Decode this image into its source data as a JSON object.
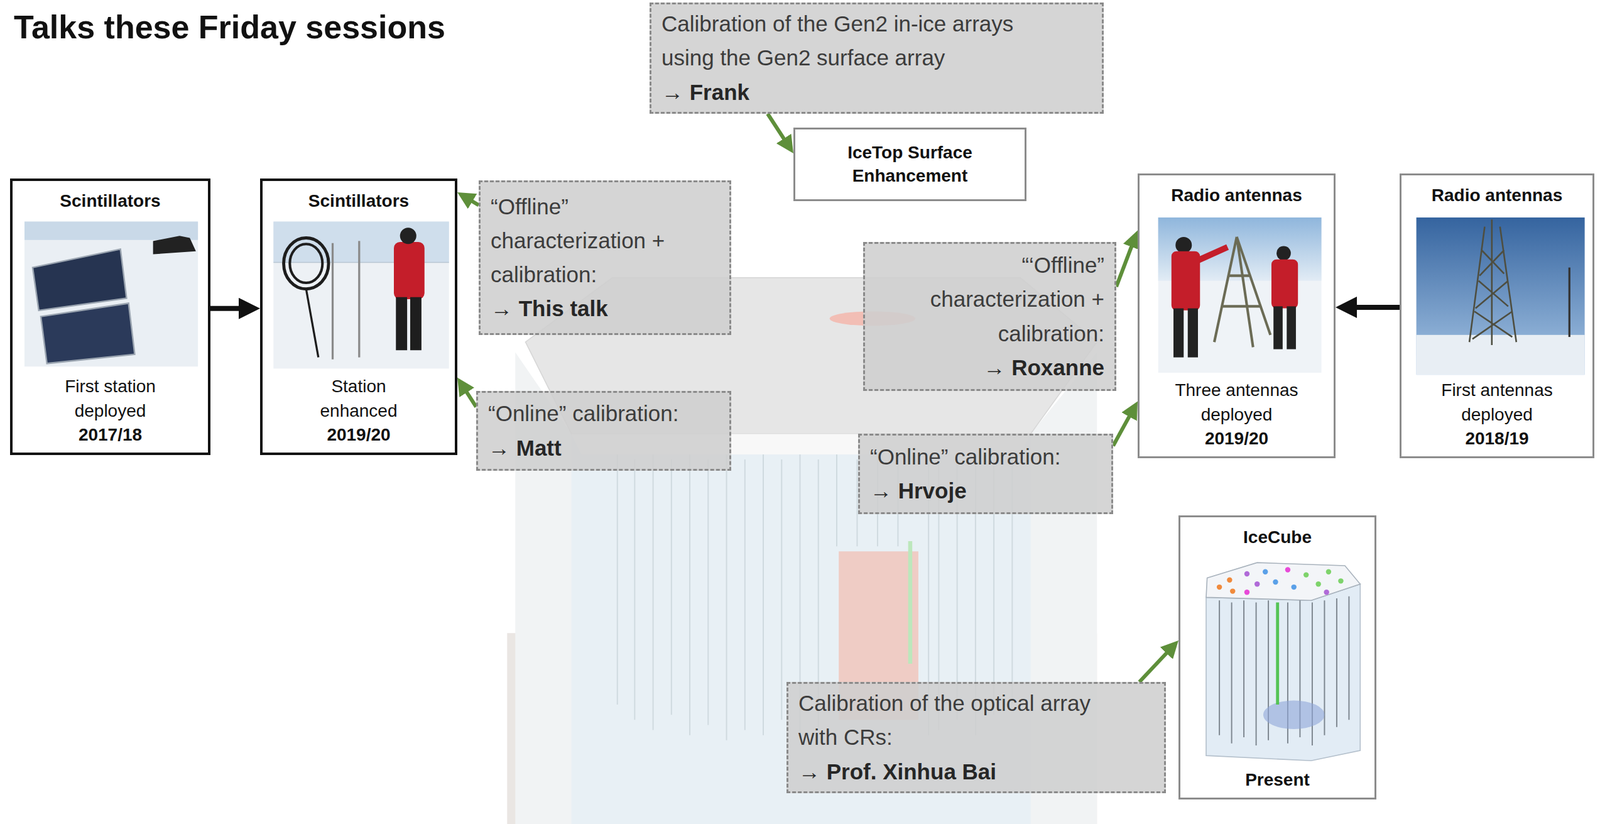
{
  "diagram": {
    "title": "Talks these Friday sessions",
    "nodes": [
      {
        "text": [
          "Calibration of the Gen2 in-ice arrays using the Gen2 surface array",
          "→ Frank"
        ]
      },
      {
        "text": [
          "IceTop Surface Enhancement"
        ]
      },
      {
        "text": [
          "Scintillators",
          "First station deployed",
          "2017/18"
        ]
      },
      {
        "text": [
          "Scintillators",
          "Station enhanced",
          "2019/20"
        ]
      },
      {
        "text": [
          "“Offline” characterization + calibration:",
          "→ This talk"
        ]
      },
      {
        "text": [
          "“Online” calibration:",
          "→ Matt"
        ]
      },
      {
        "text": [
          "“‘Offline” characterization + calibration:",
          "→ Roxanne"
        ]
      },
      {
        "text": [
          "Radio antennas",
          "Three antennas deployed",
          "2019/20"
        ]
      },
      {
        "text": [
          "Radio antennas",
          "First antennas deployed",
          "2018/19"
        ]
      },
      {
        "text": [
          "“Online” calibration:",
          "→ Hrvoje"
        ]
      },
      {
        "text": [
          "IceCube",
          "Present"
        ]
      },
      {
        "text": [
          "Calibration of the optical array with CRs:",
          "→ Prof. Xinhua Bai"
        ]
      }
    ],
    "edges": [
      {
        "from": 0,
        "to": 1,
        "arrow": "to"
      },
      {
        "from": 2,
        "to": 3,
        "arrow": "to"
      },
      {
        "from": 4,
        "to": 3,
        "arrow": "to"
      },
      {
        "from": 5,
        "to": 3,
        "arrow": "to"
      },
      {
        "from": 6,
        "to": 7,
        "arrow": "to"
      },
      {
        "from": 9,
        "to": 7,
        "arrow": "to"
      },
      {
        "from": 8,
        "to": 7,
        "arrow": "to"
      },
      {
        "from": 11,
        "to": 10,
        "arrow": "to"
      }
    ]
  }
}
